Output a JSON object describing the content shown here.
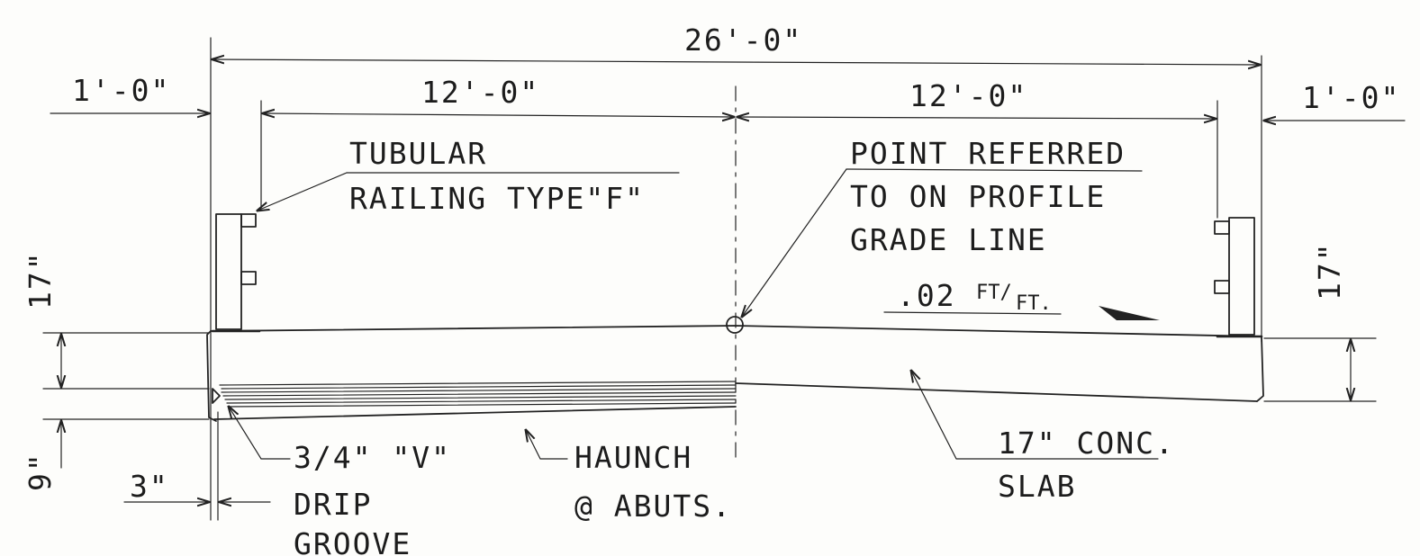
{
  "dimensions": {
    "overall_width": "26'-0\"",
    "left_overhang": "1'-0\"",
    "right_overhang": "1'-0\"",
    "left_lane": "12'-0\"",
    "right_lane": "12'-0\"",
    "left_rail_height": "17\"",
    "right_rail_height": "17\"",
    "haunch_depth": "9\"",
    "groove_offset": "3\""
  },
  "labels": {
    "railing": [
      "TUBULAR",
      "RAILING TYPE\"F\""
    ],
    "profile_point": [
      "POINT REFERRED",
      "TO ON PROFILE",
      "GRADE LINE"
    ],
    "slope_value": ".02",
    "slope_unit_top": "FT/",
    "slope_unit_bottom": "FT.",
    "slab": [
      "17\" CONC.",
      "SLAB"
    ],
    "haunch": [
      "HAUNCH",
      "@ ABUTS."
    ],
    "drip_groove": [
      "3/4\" \"V\"",
      "DRIP",
      "GROOVE"
    ]
  },
  "colors": {
    "line": "#222222",
    "paper": "#fdfdfb"
  }
}
